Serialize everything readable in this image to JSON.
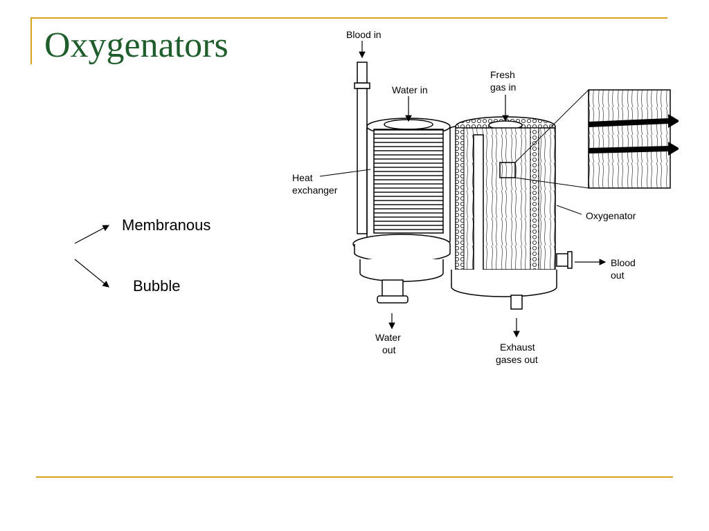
{
  "slide": {
    "title": "Oxygenators",
    "types": [
      {
        "label": "Membranous"
      },
      {
        "label": "Bubble"
      }
    ]
  },
  "diagram": {
    "labels": {
      "blood_in": "Blood in",
      "water_in": "Water in",
      "fresh_gas_in_line1": "Fresh",
      "fresh_gas_in_line2": "gas in",
      "heat_exchanger_line1": "Heat",
      "heat_exchanger_line2": "exchanger",
      "oxygenator": "Oxygenator",
      "blood_out_line1": "Blood",
      "blood_out_line2": "out",
      "water_out_line1": "Water",
      "water_out_line2": "out",
      "exhaust_line1": "Exhaust",
      "exhaust_line2": "gases out"
    }
  },
  "colors": {
    "title": "#1f5e2c",
    "rule": "#d6a31c"
  }
}
